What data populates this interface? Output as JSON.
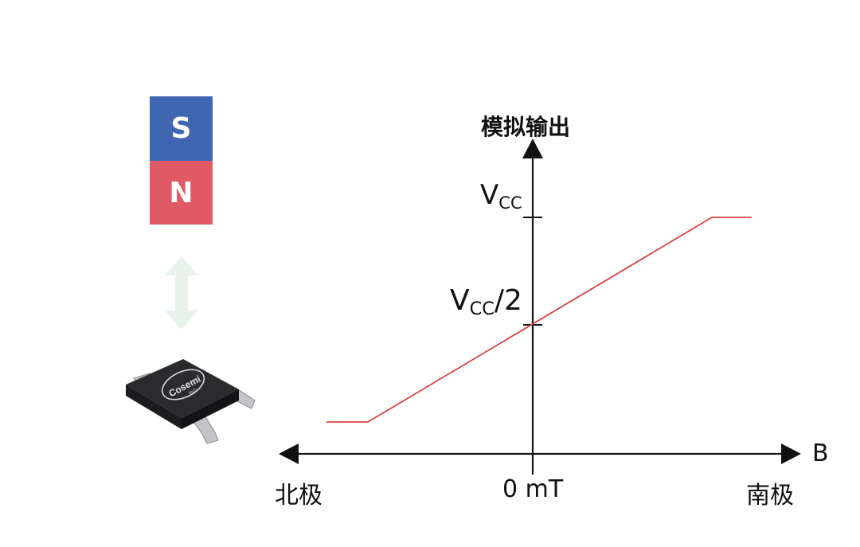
{
  "colors": {
    "south_pole": "#3f66b0",
    "north_pole": "#e05a66",
    "curve": "#d94040",
    "axis": "#111111",
    "double_arrow": "#e6f2ea",
    "chip_body": "#2b2b2d"
  },
  "magnet": {
    "south_label": "S",
    "north_label": "N"
  },
  "chip": {
    "brand": "Cosemi",
    "sub_brand": "tech"
  },
  "graph": {
    "y_axis_title": "模拟输出",
    "vcc_main": "V",
    "vcc_sub": "CC",
    "vcc2_main": "V",
    "vcc2_sub": "CC",
    "vcc2_suffix": "/2",
    "x_axis_label": "B",
    "left_label": "北极",
    "center_label": "0 mT",
    "right_label": "南极"
  },
  "icons": {
    "double_arrow": "double-vertical-arrow-icon",
    "chip": "hall-sensor-chip-icon"
  }
}
